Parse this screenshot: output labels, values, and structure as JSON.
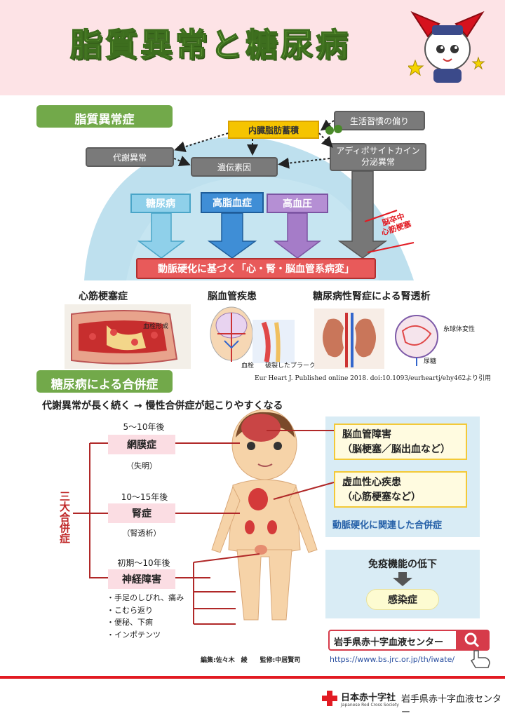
{
  "title": "脂質異常と糖尿病",
  "section1": {
    "tag": "脂質異常症",
    "visceral_fat": "内臓脂肪蓄積",
    "lifestyle": "生活習慣の偏り",
    "metabolic": "代謝異常",
    "adipocytokine": "アディポサイトカイン\n分泌異常",
    "genetic": "遺伝素因",
    "diseases": [
      "糖尿病",
      "高脂血症",
      "高血圧"
    ],
    "stroke_note": "脳卒中\n心筋梗塞",
    "result_bar": "動脈硬化に基づく「心・腎・脳血管系病変」",
    "captions": [
      "心筋梗塞症",
      "脳血管疾患",
      "糖尿病性腎症による腎透析"
    ],
    "labels": {
      "thrombus_formation": "血栓形成",
      "thrombus": "血栓",
      "ruptured_plaque": "破裂したプラーク",
      "glomerular": "糸球体変性",
      "urine_sugar": "尿糖"
    },
    "citation": "Eur Heart J. Published online  2018. doi:10.1093/eurheartj/ehy462より引用"
  },
  "section2": {
    "tag": "糖尿病による合併症",
    "lead": "代謝異常が長く続く →  慢性合併症が起こりやすくなる",
    "three_major": "三大合併症",
    "complications": [
      {
        "years": "5～10年後",
        "name": "網膜症",
        "sub": "（失明）"
      },
      {
        "years": "10～15年後",
        "name": "腎症",
        "sub": "（腎透析）"
      },
      {
        "years": "初期～10年後",
        "name": "神経障害",
        "sub": ""
      }
    ],
    "neuro_symptoms": [
      "・手足のしびれ、痛み",
      "・こむら返り",
      "・便秘、下痢",
      "・インポテンツ"
    ],
    "right_boxes": [
      {
        "line1": "脳血管障害",
        "line2": "（脳梗塞／脳出血など）"
      },
      {
        "line1": "虚血性心疾患",
        "line2": "（心筋梗塞など）"
      }
    ],
    "artery_caption": "動脈硬化に関連した合併症",
    "immune": "免疫機能の低下",
    "infection": "感染症",
    "search_label": "岩手県赤十字血液センター",
    "url": "https://www.bs.jrc.or.jp/th/iwate/",
    "credits": "編集:佐々木　綾　　監修:中居賢司"
  },
  "footer": {
    "jrc_name": "日本赤十字社",
    "jrc_en": "Japanese Red Cross Society",
    "center_name": "岩手県赤十字血液センター"
  },
  "colors": {
    "green": "#72a94a",
    "red": "#e21b23",
    "pink_header": "#fde3e6"
  }
}
